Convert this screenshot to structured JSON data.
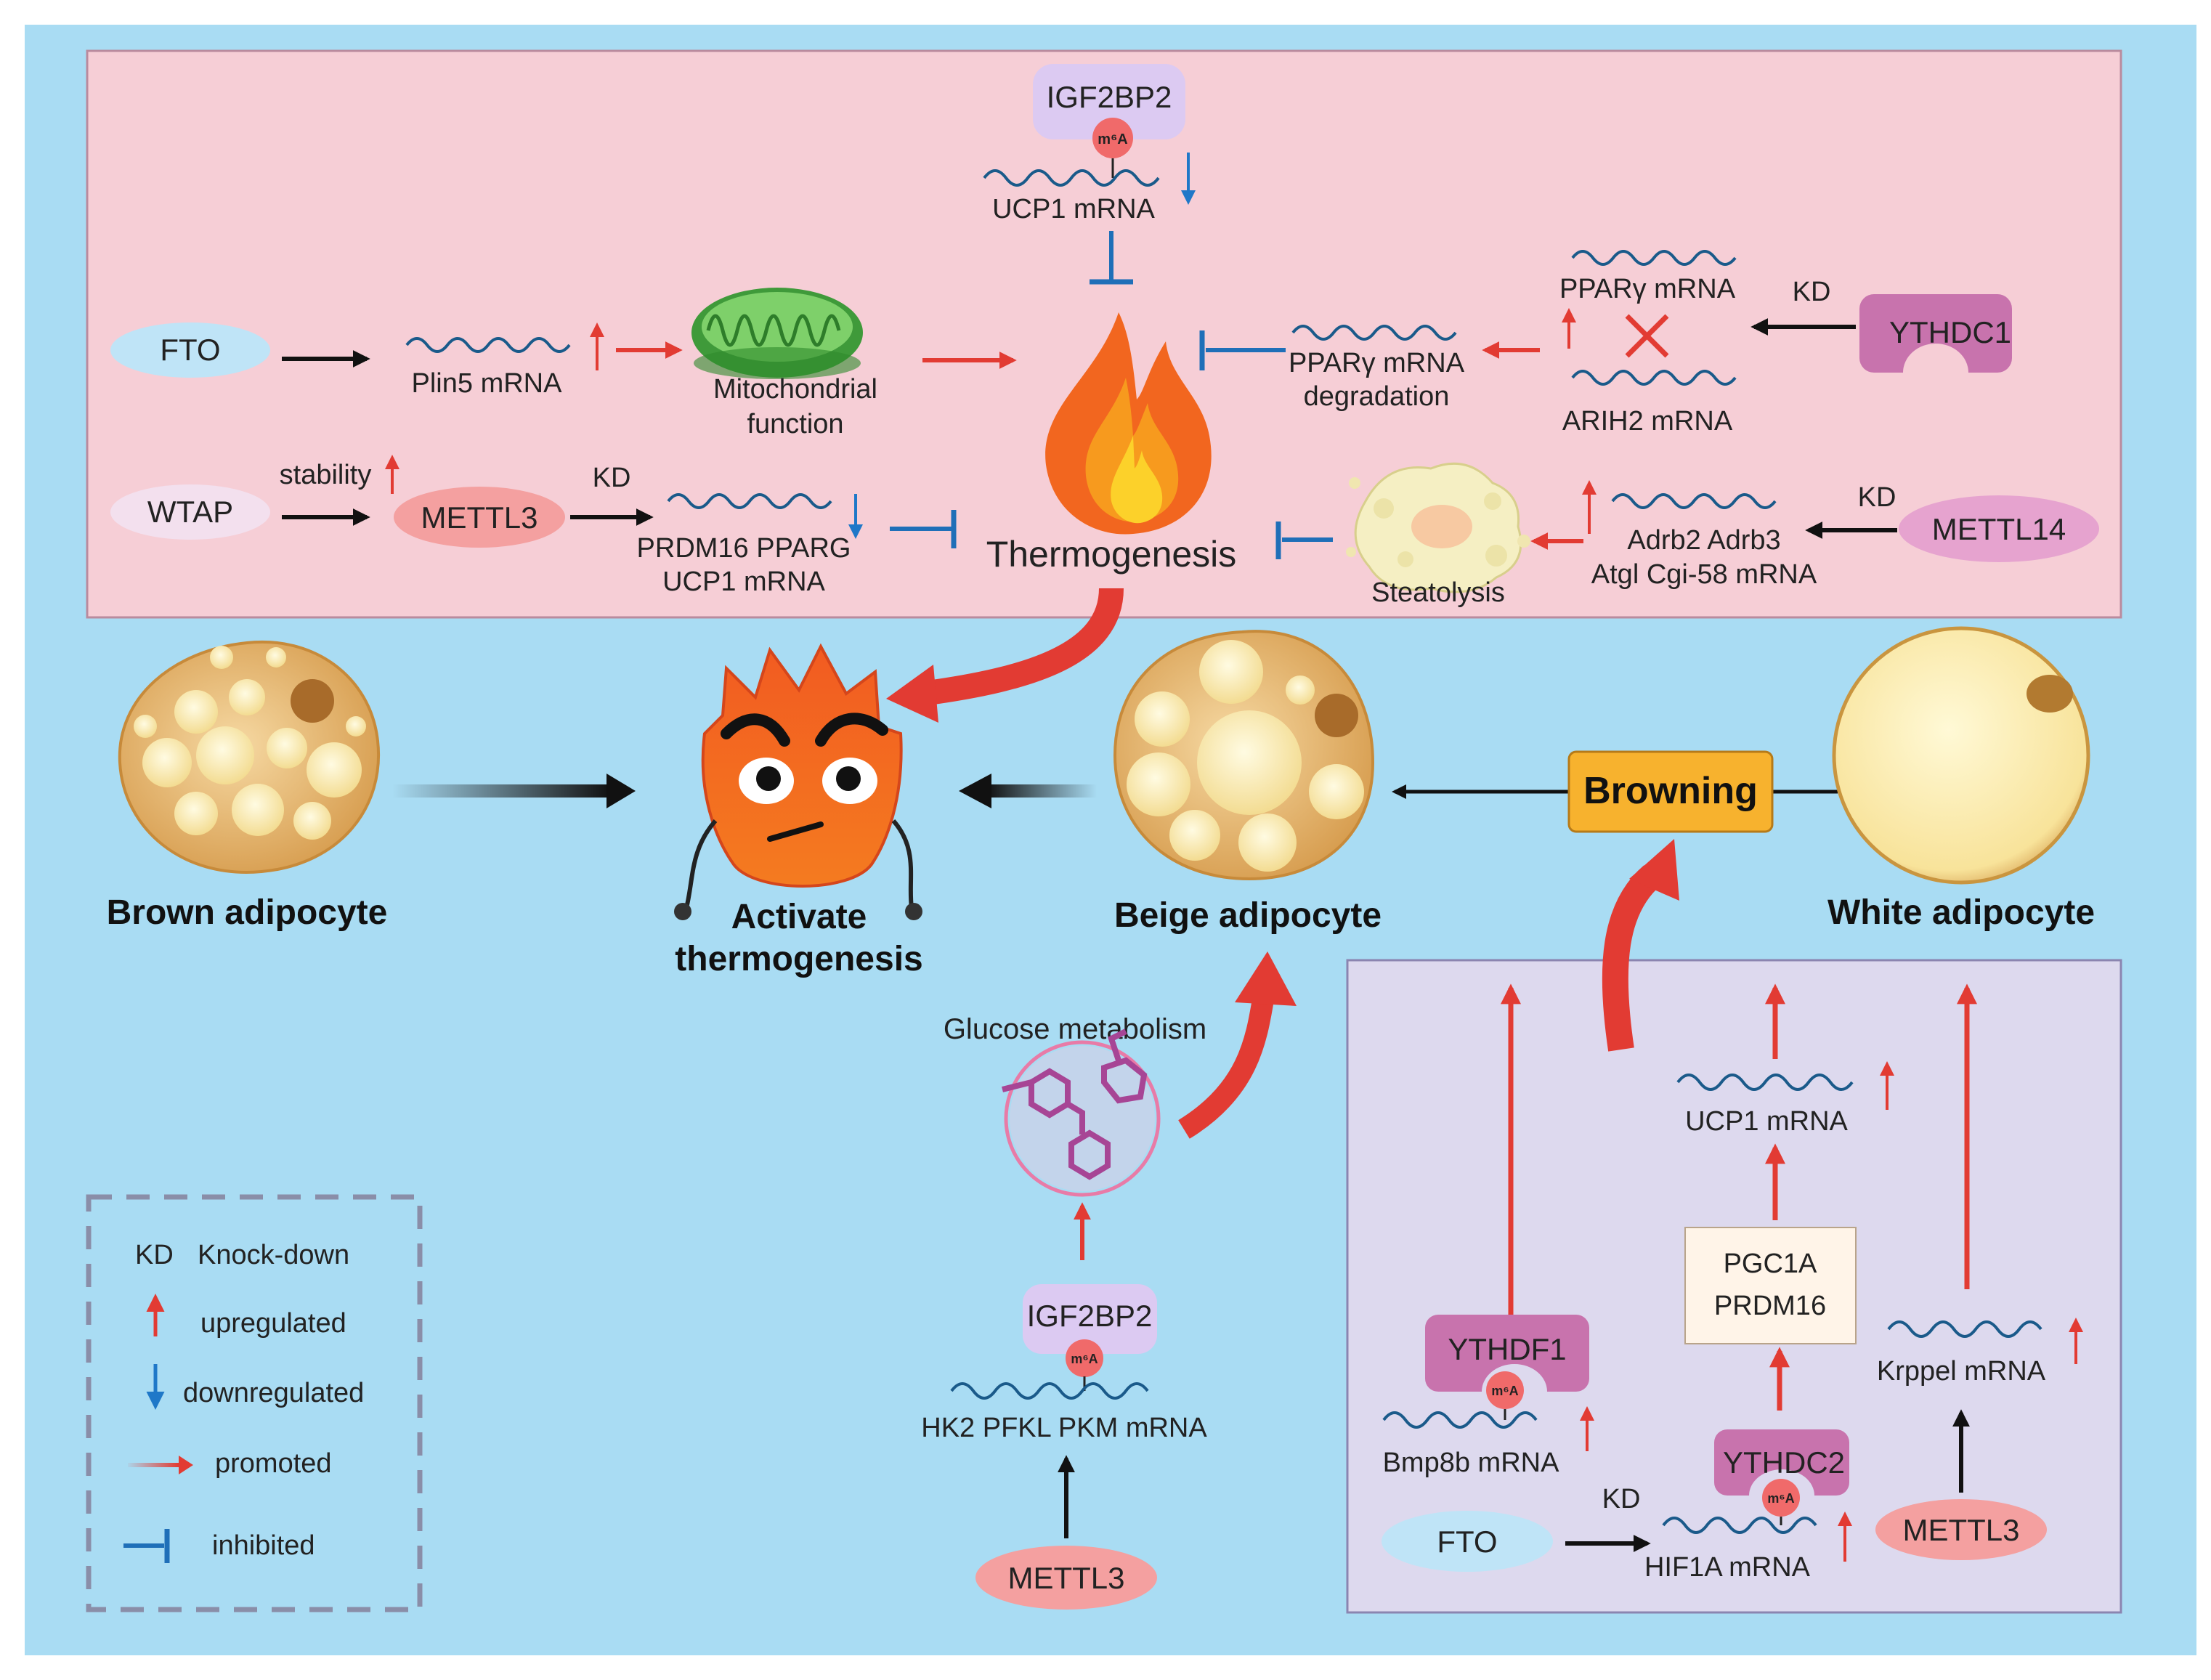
{
  "colors": {
    "background": "#a9dcf3",
    "top_panel": "#f6ced6",
    "bottom_panel": "#ddd9ee",
    "promote_red": "#e23b33",
    "inhibit_blue": "#1f6fb8",
    "up_red": "#e23b33",
    "down_blue": "#1f78c8",
    "fto_fill": "#bfe4f7",
    "wtap_fill": "#f3e0ee",
    "mettl3_fill": "#f4a0a0",
    "mettl14_fill": "#e6a3cf",
    "ythdc1_fill": "#c873ad",
    "igf2bp2_fill": "#dccaf2",
    "browning_fill": "#f7b22e",
    "pgc_fill": "#fff4e8"
  },
  "top_panel": {
    "igf2bp2": "IGF2BP2",
    "m6a": "m⁶A",
    "ucp1_mrna": "UCP1 mRNA",
    "fto": "FTO",
    "plin5_mrna": "Plin5 mRNA",
    "mito_function_1": "Mitochondrial",
    "mito_function_2": "function",
    "pparg_degradation_1": "PPARγ mRNA",
    "pparg_degradation_2": "degradation",
    "pparg_mrna": "PPARγ mRNA",
    "arih2_mrna": "ARIH2 mRNA",
    "kd_ythdc1": "KD",
    "ythdc1": "YTHDC1",
    "wtap": "WTAP",
    "stability": "stability",
    "mettl3": "METTL3",
    "kd_mettl3": "KD",
    "prdm16_line1": "PRDM16 PPARG",
    "prdm16_line2": "UCP1 mRNA",
    "thermogenesis": "Thermogenesis",
    "steatolysis": "Steatolysis",
    "adrb_line1": "Adrb2 Adrb3",
    "adrb_line2": "Atgl Cgi-58 mRNA",
    "kd_mettl14": "KD",
    "mettl14": "METTL14"
  },
  "middle": {
    "brown_adipocyte": "Brown adipocyte",
    "activate_1": "Activate",
    "activate_2": "thermogenesis",
    "beige_adipocyte": "Beige adipocyte",
    "browning": "Browning",
    "white_adipocyte": "White adipocyte"
  },
  "glucose": {
    "glucose_metabolism": "Glucose metabolism",
    "igf2bp2": "IGF2BP2",
    "m6a": "m⁶A",
    "hk2_mrna": "HK2 PFKL PKM mRNA",
    "mettl3": "METTL3"
  },
  "bottom_panel": {
    "ythdf1": "YTHDF1",
    "m6a_1": "m⁶A",
    "bmp8b_mrna": "Bmp8b mRNA",
    "ucp1_mrna": "UCP1 mRNA",
    "pgc1a": "PGC1A",
    "prdm16": "PRDM16",
    "ythdc2": "YTHDC2",
    "m6a_2": "m⁶A",
    "hif1a_mrna": "HIF1A mRNA",
    "fto": "FTO",
    "kd": "KD",
    "krppel_mrna": "Krppel mRNA",
    "mettl3": "METTL3"
  },
  "legend": {
    "kd_abbr": "KD",
    "kd_text": "Knock-down",
    "upregulated": "upregulated",
    "downregulated": "downregulated",
    "promoted": "promoted",
    "inhibited": "inhibited"
  }
}
